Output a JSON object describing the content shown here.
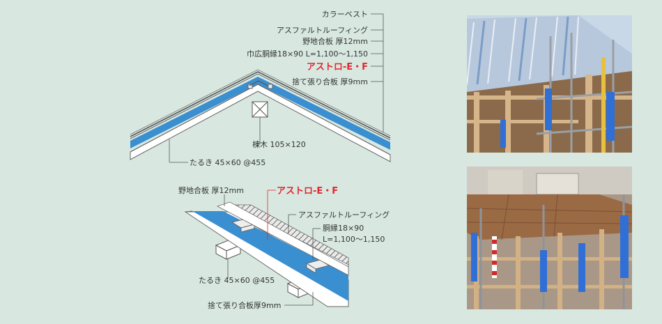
{
  "ridge_diagram": {
    "labels": {
      "color_best": "カラーベスト",
      "asphalt_roofing": "アスファルトルーフィング",
      "sheathing": "野地合板 厚12mm",
      "furring": "巾広胴縁18×90 L=1,100～1,150",
      "astro": "アストロ-E・F",
      "sacrificial": "捨て張り合板 厚9mm",
      "ridge_beam": "棟木 105×120",
      "rafter": "たるき 45×60 @455"
    }
  },
  "section_diagram": {
    "labels": {
      "sheathing": "野地合板 厚12mm",
      "astro": "アストロ-E・F",
      "asphalt_roofing": "アスファルトルーフィング",
      "furring_line1": "胴縁18×90",
      "furring_line2": "L=1,100～1,150",
      "rafter": "たるき 45×60 @455",
      "sacrificial": "捨て張り合板厚9mm"
    }
  },
  "colors": {
    "accent_red": "#e3262f",
    "insulation_blue": "#3a8fd1",
    "line": "#555555",
    "text": "#333333",
    "background": "#d8e8e1"
  }
}
